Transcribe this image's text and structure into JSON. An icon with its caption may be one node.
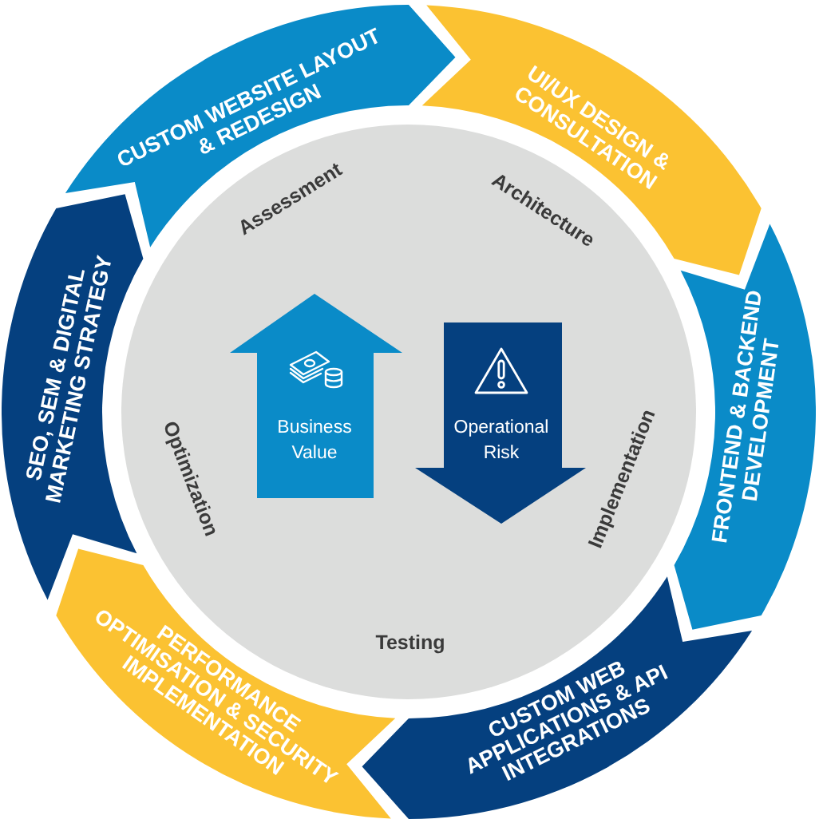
{
  "diagram": {
    "nodes": [
      {
        "text": [
          "CUSTOM WEBSITE LAYOUT & REDESIGN"
        ]
      },
      {
        "text": [
          "UI/UX DESIGN & CONSULTATION"
        ]
      },
      {
        "text": [
          "FRONTEND & BACKEND DEVELOPMENT"
        ]
      },
      {
        "text": [
          "CUSTOM WEB APPLICATIONS & API INTEGRATIONS"
        ]
      },
      {
        "text": [
          "PERFORMANCE OPTIMISATION & SECURITY IMPLEMENTATION"
        ]
      },
      {
        "text": [
          "SEO, SEM & DIGITAL MARKETING STRATEGY"
        ]
      },
      {
        "text": [
          "Assessment",
          "Architecture",
          "Implementation",
          "Testing",
          "Optimization"
        ]
      },
      {
        "text": [
          "Business Value"
        ],
        "in": 6
      },
      {
        "text": [
          "Operational Risk"
        ],
        "in": 6
      }
    ]
  }
}
